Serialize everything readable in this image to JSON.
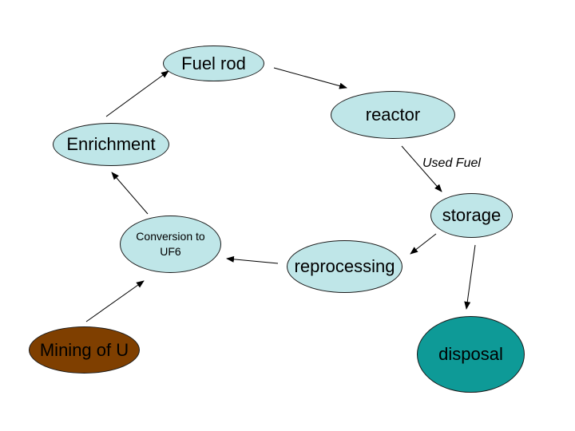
{
  "diagram": {
    "type": "flow-cycle",
    "nodes": {
      "fuel_rod": {
        "label": "Fuel rod",
        "fill": "#bfe6e8"
      },
      "reactor": {
        "label": "reactor",
        "fill": "#bfe6e8"
      },
      "enrichment": {
        "label": "Enrichment",
        "fill": "#bfe6e8"
      },
      "storage": {
        "label": "storage",
        "fill": "#bfe6e8"
      },
      "conversion": {
        "label_line1": "Conversion to",
        "label_line2": "UF6",
        "fill": "#bfe6e8"
      },
      "reprocessing": {
        "label": "reprocessing",
        "fill": "#bfe6e8"
      },
      "mining": {
        "label": "Mining of U",
        "fill": "#7f3f00"
      },
      "disposal": {
        "label": "disposal",
        "fill": "#0e9a97"
      }
    },
    "edges": [
      {
        "from": "mining",
        "to": "conversion"
      },
      {
        "from": "conversion",
        "to": "enrichment"
      },
      {
        "from": "enrichment",
        "to": "fuel_rod"
      },
      {
        "from": "fuel_rod",
        "to": "reactor"
      },
      {
        "from": "reactor",
        "to": "storage",
        "label": "Used Fuel"
      },
      {
        "from": "storage",
        "to": "reprocessing"
      },
      {
        "from": "storage",
        "to": "disposal"
      },
      {
        "from": "reprocessing",
        "to": "conversion"
      }
    ]
  }
}
